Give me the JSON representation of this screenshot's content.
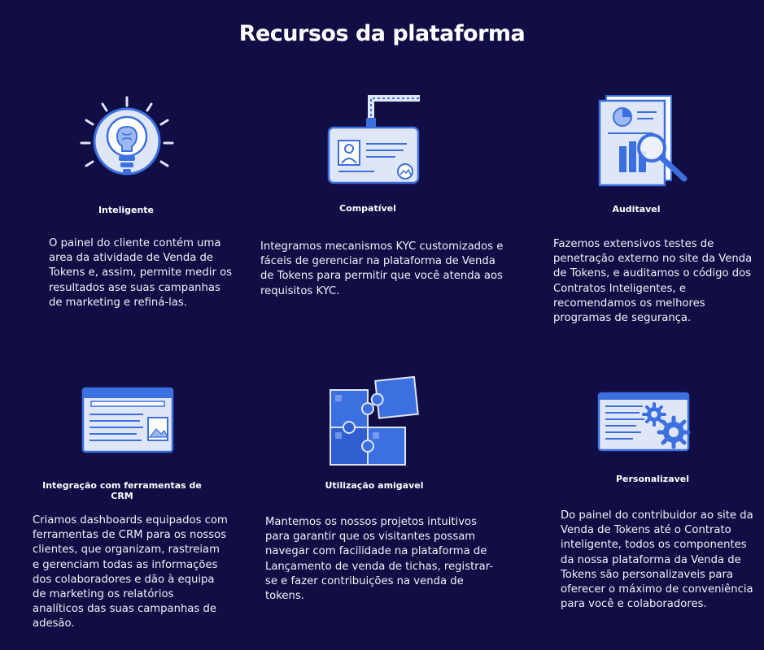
{
  "page": {
    "title": "Recursos da plataforma"
  },
  "features": [
    {
      "icon": "lightbulb-brain-icon",
      "title": "Inteligente",
      "description": "O painel do cliente contém uma area da atividade de Venda de Tokens e, assim, permite medir os resultados ase suas campanhas de marketing e refiná-las."
    },
    {
      "icon": "id-badge-icon",
      "title": "Compatível",
      "description": "Integramos mecanismos KYC customizados e fáceis de gerenciar na plataforma de Venda de Tokens para permitir que você atenda aos requisitos KYC."
    },
    {
      "icon": "report-magnifier-icon",
      "title": "Auditavel",
      "description": "Fazemos extensivos testes de penetração externo no site da Venda de Tokens, e auditamos o código dos Contratos Inteligentes, e recomendamos os melhores programas de segurança."
    },
    {
      "icon": "crm-window-icon",
      "title": "Integração com ferramentas de CRM",
      "description": "Criamos dashboards equipados com ferramentas de CRM para os nossos clientes, que organizam, rastreiam e gerenciam todas as informações dos colaboradores e dão à equipa de marketing os relatórios analíticos das suas campanhas de adesão."
    },
    {
      "icon": "puzzle-icon",
      "title": "Utilização amigavel",
      "description": "Mantemos os nossos projetos intuitivos para garantir que os visitantes possam navegar com facilidade na plataforma de Lançamento de venda de tichas, registrar-se e fazer contribuições na venda de tokens."
    },
    {
      "icon": "settings-window-icon",
      "title": "Personalizavel",
      "description": "Do painel do contribuidor ao site da Venda de Tokens até o Contrato inteligente, todos os componentes da nossa plataforma da Venda de Tokens são personalizaveis para oferecer o máximo de conveniência para você e colaboradores."
    }
  ],
  "colors": {
    "background": "#110d45",
    "icon_blue": "#3c6fe0",
    "icon_light": "#dfe6f7"
  }
}
